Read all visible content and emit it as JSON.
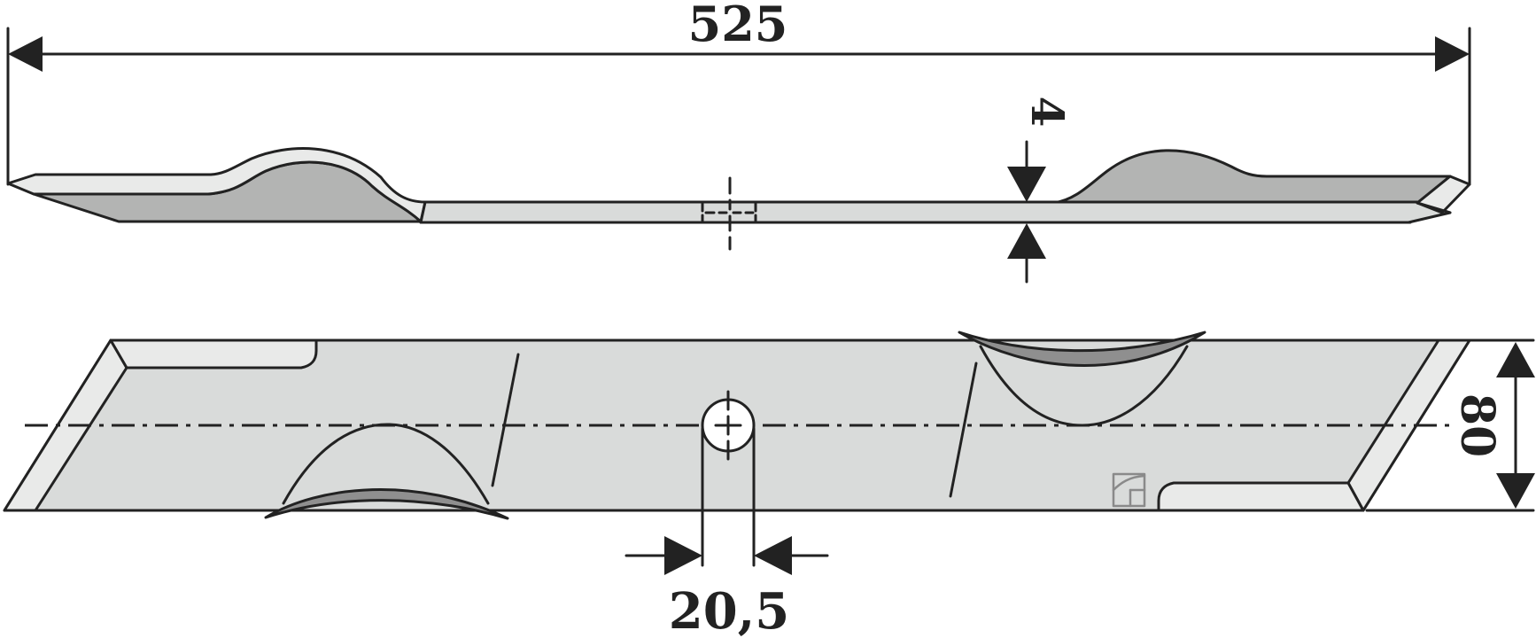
{
  "dimensions": {
    "length": "525",
    "thickness": "4",
    "width": "80",
    "hole_diameter": "20,5"
  },
  "colors": {
    "outline": "#222222",
    "blade_fill": "#d9dbda",
    "edge_fill": "#e9eae9",
    "shadow_fill": "#b3b4b3",
    "dark_fill": "#8f8f8f",
    "logo": "#8a8a8a",
    "background": "#ffffff"
  },
  "icons": {
    "logo": "manufacturer-mark-icon"
  }
}
